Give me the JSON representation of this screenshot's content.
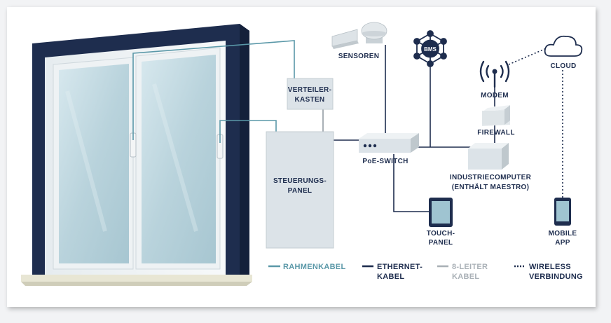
{
  "labels": {
    "sensoren": "SENSOREN",
    "bms": "BMS",
    "cloud": "CLOUD",
    "verteiler_1": "VERTEILER-",
    "verteiler_2": "KASTEN",
    "modem": "MODEM",
    "firewall": "FIREWALL",
    "poe_switch": "PoE-SWITCH",
    "steuerung_1": "STEUERUNGS-",
    "steuerung_2": "PANEL",
    "industrie_1": "INDUSTRIECOMPUTER",
    "industrie_2": "(ENTHÄLT MAESTRO)",
    "touch_1": "TOUCH-",
    "touch_2": "PANEL",
    "mobile_1": "MOBILE",
    "mobile_2": "APP"
  },
  "legend": [
    {
      "line1": "RAHMENKABEL",
      "line2": "",
      "color": "#5a98a8",
      "style": "solid"
    },
    {
      "line1": "ETHERNET-",
      "line2": "KABEL",
      "color": "#1e2d4e",
      "style": "solid"
    },
    {
      "line1": "8-LEITER",
      "line2": "KABEL",
      "color": "#a9b0b6",
      "style": "solid"
    },
    {
      "line1": "WIRELESS",
      "line2": "VERBINDUNG",
      "color": "#1e2d4e",
      "style": "dotted"
    }
  ],
  "colors": {
    "navy": "#1e2d4e",
    "teal": "#5a98a8",
    "grey": "#a9b0b6",
    "box": "#dce3e8",
    "glass": "#bcd6de"
  },
  "icons": [
    "sensor-icon",
    "camera-icon",
    "bms-network-icon",
    "cloud-icon",
    "antenna-icon",
    "tablet-icon",
    "smartphone-icon"
  ]
}
